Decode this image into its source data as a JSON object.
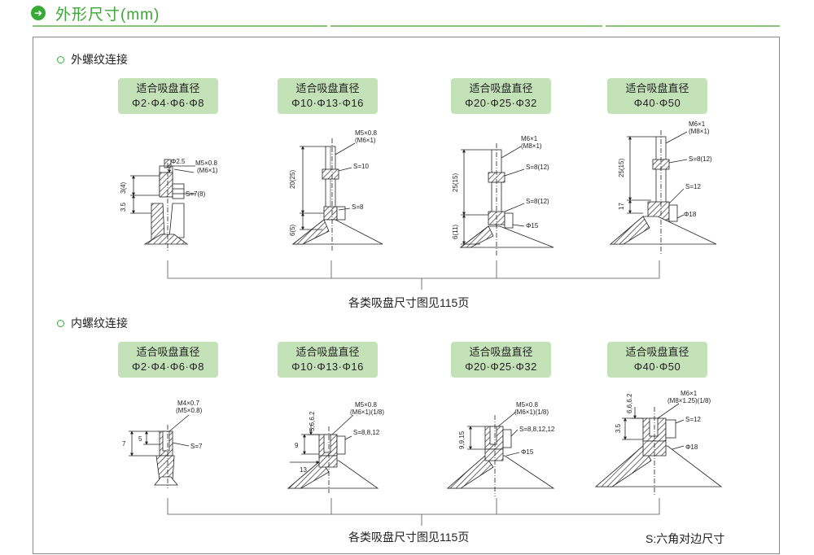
{
  "header": {
    "title": "外形尺寸(mm)"
  },
  "sections": [
    {
      "title": "外螺纹连接",
      "badges": [
        {
          "line1": "适合吸盘直径",
          "line2": "Φ2·Φ4·Φ6·Φ8"
        },
        {
          "line1": "适合吸盘直径",
          "line2": "Φ10·Φ13·Φ16"
        },
        {
          "line1": "适合吸盘直径",
          "line2": "Φ20·Φ25·Φ32"
        },
        {
          "line1": "适合吸盘直径",
          "line2": "Φ40·Φ50"
        }
      ],
      "note": "各类吸盘尺寸图见115页",
      "labels": {
        "d1": {
          "phi": "Φ2.5",
          "thread": "M5×0.8",
          "thread_alt": "(M6×1)",
          "hex": "S=7(8)",
          "dim_a": "3(4)",
          "dim_b": "3.5"
        },
        "d2": {
          "thread": "M5×0.8",
          "thread_alt": "(M6×1)",
          "hex_top": "S=10",
          "hex_bot": "S=8",
          "dim_a": "20(25)",
          "dim_b": "6(5)"
        },
        "d3": {
          "thread": "M6×1",
          "thread_alt": "(M8×1)",
          "hex_top": "S=8(12)",
          "hex_bot": "S=8(12)",
          "phi": "Φ15",
          "dim_a": "25(15)",
          "dim_b": "6(11)"
        },
        "d4": {
          "thread": "M6×1",
          "thread_alt": "(M8×1)",
          "hex_top": "S=8(12)",
          "hex_bot": "S=12",
          "phi": "Φ18",
          "dim_a": "25(15)",
          "dim_b": "17"
        }
      }
    },
    {
      "title": "内螺纹连接",
      "badges": [
        {
          "line1": "适合吸盘直径",
          "line2": "Φ2·Φ4·Φ6·Φ8"
        },
        {
          "line1": "适合吸盘直径",
          "line2": "Φ10·Φ13·Φ16"
        },
        {
          "line1": "适合吸盘直径",
          "line2": "Φ20·Φ25·Φ32"
        },
        {
          "line1": "适合吸盘直径",
          "line2": "Φ40·Φ50"
        }
      ],
      "note": "各类吸盘尺寸图见115页",
      "labels": {
        "d1": {
          "thread": "M4×0.7",
          "thread_alt": "(M5×0.8)",
          "hex": "S=7",
          "dim_a": "7",
          "dim_b": "5"
        },
        "d2": {
          "dim_top": "5,6,6.2",
          "thread": "M5×0.8",
          "thread_alt": "(M6×1)(1/8)",
          "hex": "S=8,8,12",
          "dim_a": "9",
          "dim_b": "13"
        },
        "d3": {
          "thread": "M5×0.8",
          "thread_alt": "(M6×1)(1/8)",
          "hex": "S=8,8,12,12",
          "phi": "Φ15",
          "dim_a": "9,9,15"
        },
        "d4": {
          "dim_top": "6,6,6.2",
          "thread": "M6×1",
          "thread_alt": "(M8×1.25)(1/8)",
          "hex": "S=12",
          "phi": "Φ18",
          "dim_a": "3.5"
        }
      }
    }
  ],
  "footnote": "S:六角对边尺寸",
  "colors": {
    "accent": "#39a935",
    "badge": "#c4e2b8",
    "rule": "#8cc27b"
  }
}
